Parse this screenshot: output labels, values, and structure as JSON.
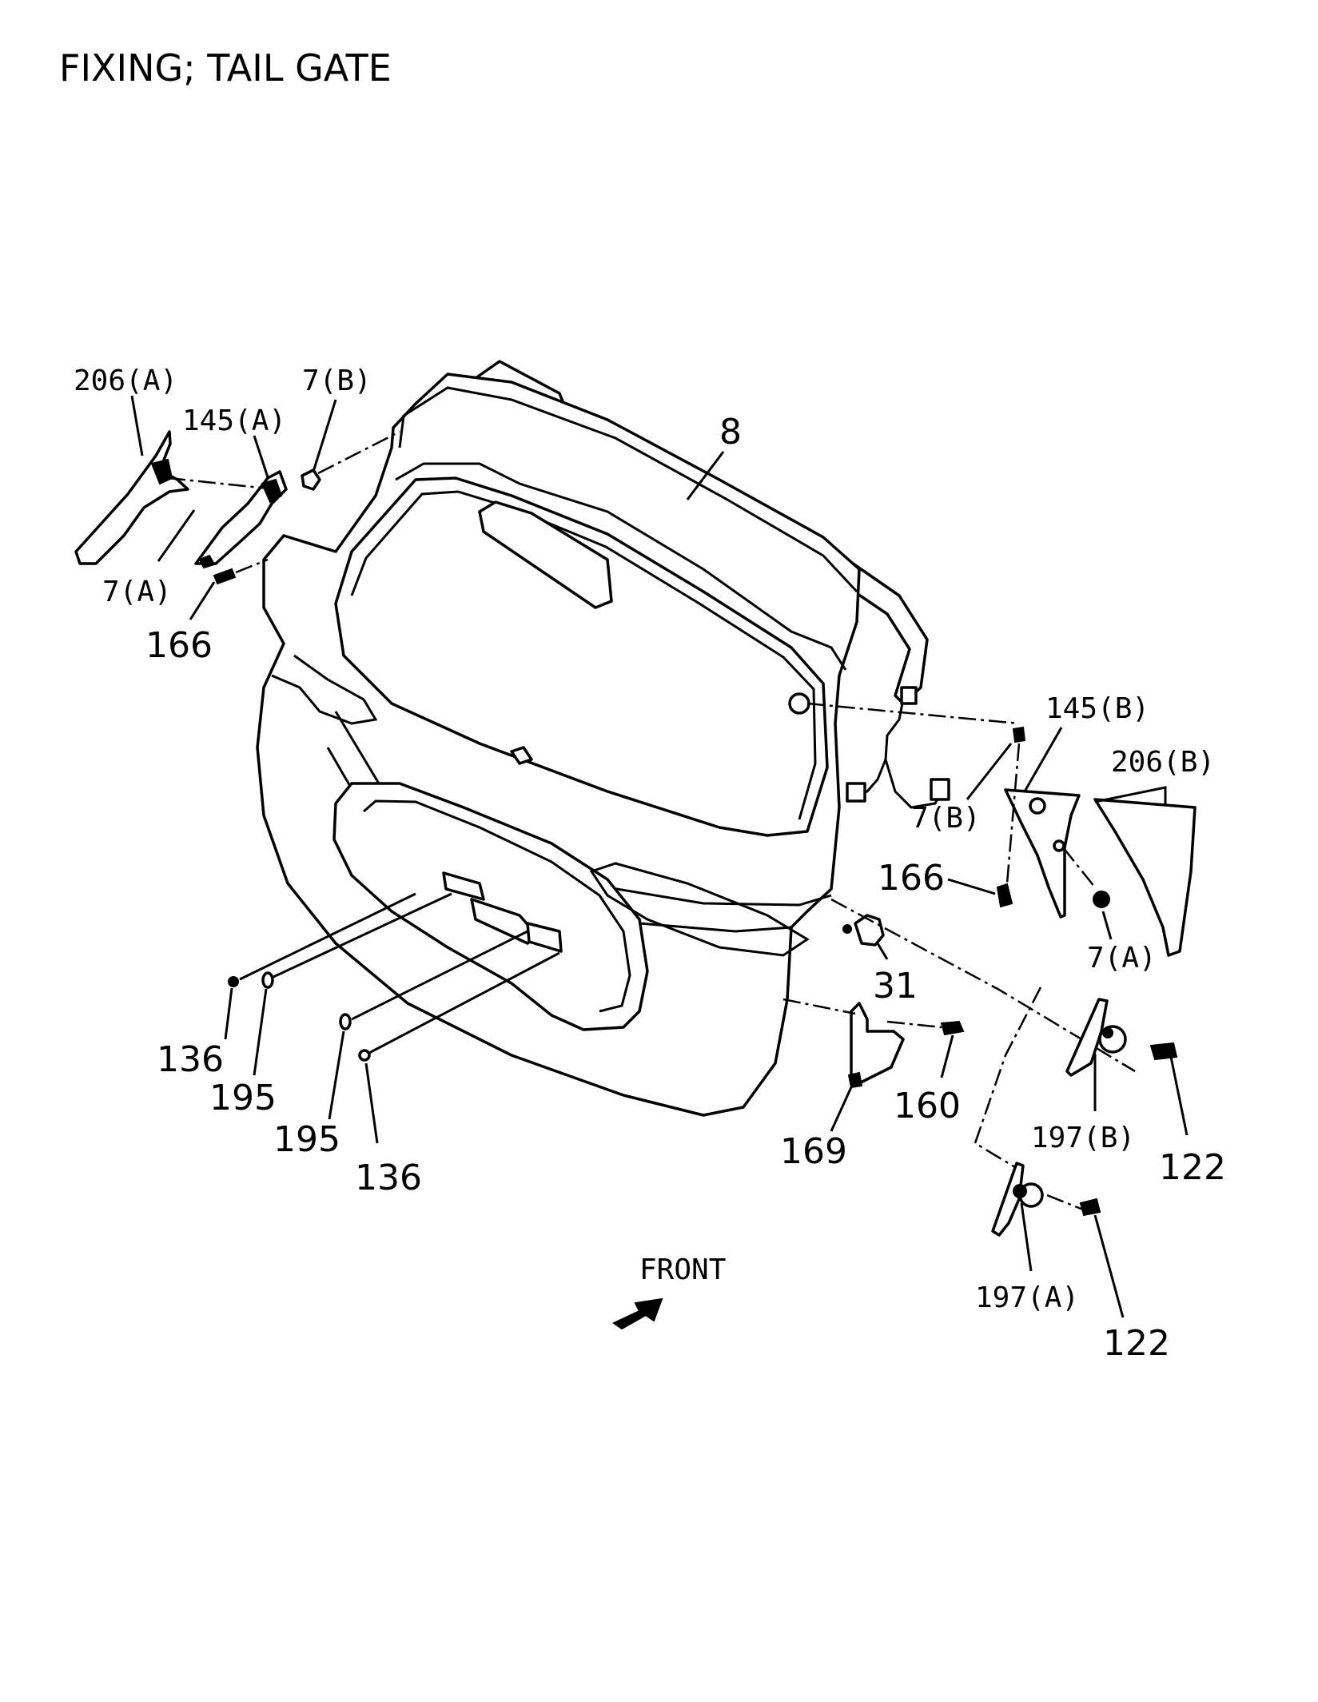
{
  "title": "FIXING; TAIL GATE",
  "labels": {
    "l206a": "206(A)",
    "l145a": "145(A)",
    "l7b_top": "7(B)",
    "l8": "8",
    "l7a_left": "7(A)",
    "l166_left": "166",
    "l145b": "145(B)",
    "l206b": "206(B)",
    "l7b_right": "7(B)",
    "l166_right": "166",
    "l7a_right": "7(A)",
    "l31": "31",
    "l136_left": "136",
    "l195_left": "195",
    "l195_mid": "195",
    "l136_mid": "136",
    "l160": "160",
    "l169": "169",
    "l197b": "197(B)",
    "l122_upper": "122",
    "l197a": "197(A)",
    "l122_lower": "122",
    "front": "FRONT"
  }
}
